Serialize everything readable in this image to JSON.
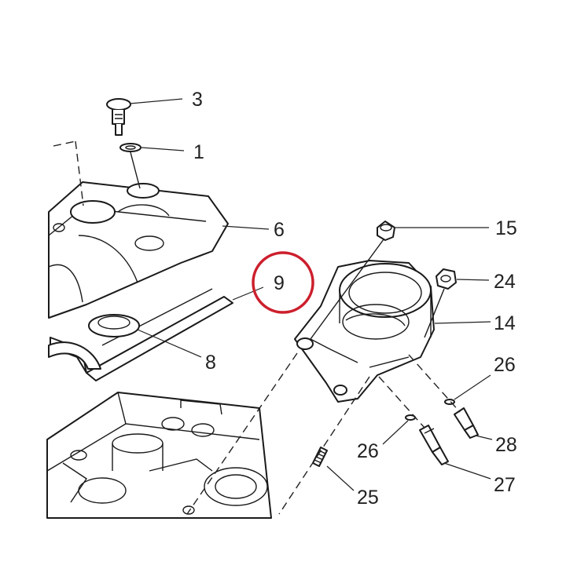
{
  "callouts": [
    {
      "id": "callout-1",
      "label": "1"
    },
    {
      "id": "callout-3",
      "label": "3"
    },
    {
      "id": "callout-6",
      "label": "6"
    },
    {
      "id": "callout-8",
      "label": "8"
    },
    {
      "id": "callout-9",
      "label": "9",
      "highlighted": true
    },
    {
      "id": "callout-14",
      "label": "14"
    },
    {
      "id": "callout-15",
      "label": "15"
    },
    {
      "id": "callout-24",
      "label": "24"
    },
    {
      "id": "callout-25",
      "label": "25"
    },
    {
      "id": "callout-26a",
      "label": "26"
    },
    {
      "id": "callout-26b",
      "label": "26"
    },
    {
      "id": "callout-27",
      "label": "27"
    },
    {
      "id": "callout-28",
      "label": "28"
    }
  ],
  "colors": {
    "highlight_ring": "#cc1f2d",
    "line": "#1a1a1a",
    "background": "#ffffff"
  }
}
